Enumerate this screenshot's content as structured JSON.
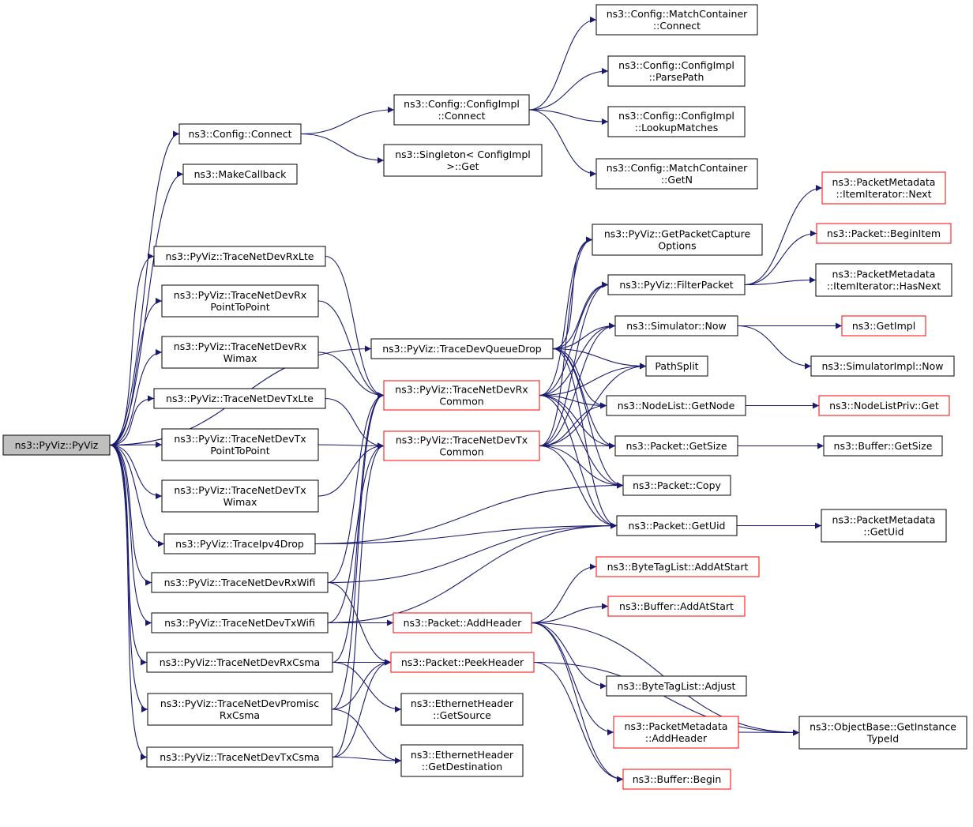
{
  "colors": {
    "edge": "#191970",
    "root_fill": "#bfbfbf",
    "root_stroke": "#000000",
    "node_fill": "#ffffff",
    "node_stroke": "#000000",
    "truncated_stroke": "#ff0000"
  },
  "nodes": [
    {
      "id": "n0",
      "lines": [
        "ns3::PyViz::PyViz"
      ],
      "style": "root"
    },
    {
      "id": "n1",
      "lines": [
        "ns3::Config::Connect"
      ],
      "style": "normal"
    },
    {
      "id": "n2",
      "lines": [
        "ns3::MakeCallback"
      ],
      "style": "normal"
    },
    {
      "id": "n3",
      "lines": [
        "ns3::PyViz::TraceNetDevRxLte"
      ],
      "style": "normal"
    },
    {
      "id": "n4",
      "lines": [
        "ns3::PyViz::TraceNetDevRx",
        "PointToPoint"
      ],
      "style": "normal"
    },
    {
      "id": "n5",
      "lines": [
        "ns3::PyViz::TraceNetDevRx",
        "Wimax"
      ],
      "style": "normal"
    },
    {
      "id": "n6",
      "lines": [
        "ns3::PyViz::TraceNetDevTxLte"
      ],
      "style": "normal"
    },
    {
      "id": "n7",
      "lines": [
        "ns3::PyViz::TraceNetDevTx",
        "PointToPoint"
      ],
      "style": "normal"
    },
    {
      "id": "n8",
      "lines": [
        "ns3::PyViz::TraceNetDevTx",
        "Wimax"
      ],
      "style": "normal"
    },
    {
      "id": "n9",
      "lines": [
        "ns3::PyViz::TraceIpv4Drop"
      ],
      "style": "normal"
    },
    {
      "id": "n10",
      "lines": [
        "ns3::PyViz::TraceNetDevRxWifi"
      ],
      "style": "normal"
    },
    {
      "id": "n11",
      "lines": [
        "ns3::PyViz::TraceNetDevTxWifi"
      ],
      "style": "normal"
    },
    {
      "id": "n12",
      "lines": [
        "ns3::PyViz::TraceNetDevRxCsma"
      ],
      "style": "normal"
    },
    {
      "id": "n13",
      "lines": [
        "ns3::PyViz::TraceNetDevPromisc",
        "RxCsma"
      ],
      "style": "normal"
    },
    {
      "id": "n14",
      "lines": [
        "ns3::PyViz::TraceNetDevTxCsma"
      ],
      "style": "normal"
    },
    {
      "id": "n15",
      "lines": [
        "ns3::Config::ConfigImpl",
        "::Connect"
      ],
      "style": "normal"
    },
    {
      "id": "n16",
      "lines": [
        "ns3::Singleton< ConfigImpl",
        ">::Get"
      ],
      "style": "normal"
    },
    {
      "id": "n17",
      "lines": [
        "ns3::PyViz::TraceDevQueueDrop"
      ],
      "style": "normal"
    },
    {
      "id": "n18",
      "lines": [
        "ns3::PyViz::TraceNetDevRx",
        "Common"
      ],
      "style": "truncated"
    },
    {
      "id": "n19",
      "lines": [
        "ns3::PyViz::TraceNetDevTx",
        "Common"
      ],
      "style": "truncated"
    },
    {
      "id": "n20",
      "lines": [
        "ns3::Packet::AddHeader"
      ],
      "style": "truncated"
    },
    {
      "id": "n21",
      "lines": [
        "ns3::Packet::PeekHeader"
      ],
      "style": "truncated"
    },
    {
      "id": "n22",
      "lines": [
        "ns3::EthernetHeader",
        "::GetSource"
      ],
      "style": "normal"
    },
    {
      "id": "n23",
      "lines": [
        "ns3::EthernetHeader",
        "::GetDestination"
      ],
      "style": "normal"
    },
    {
      "id": "n24",
      "lines": [
        "ns3::Config::MatchContainer",
        "::Connect"
      ],
      "style": "normal"
    },
    {
      "id": "n25",
      "lines": [
        "ns3::Config::ConfigImpl",
        "::ParsePath"
      ],
      "style": "normal"
    },
    {
      "id": "n26",
      "lines": [
        "ns3::Config::ConfigImpl",
        "::LookupMatches"
      ],
      "style": "normal"
    },
    {
      "id": "n27",
      "lines": [
        "ns3::Config::MatchContainer",
        "::GetN"
      ],
      "style": "normal"
    },
    {
      "id": "n28",
      "lines": [
        "ns3::PyViz::GetPacketCapture",
        "Options"
      ],
      "style": "normal"
    },
    {
      "id": "n29",
      "lines": [
        "ns3::PyViz::FilterPacket"
      ],
      "style": "normal"
    },
    {
      "id": "n30",
      "lines": [
        "ns3::Simulator::Now"
      ],
      "style": "normal"
    },
    {
      "id": "n31",
      "lines": [
        "PathSplit"
      ],
      "style": "normal"
    },
    {
      "id": "n32",
      "lines": [
        "ns3::NodeList::GetNode"
      ],
      "style": "normal"
    },
    {
      "id": "n33",
      "lines": [
        "ns3::Packet::GetSize"
      ],
      "style": "normal"
    },
    {
      "id": "n34",
      "lines": [
        "ns3::Packet::Copy"
      ],
      "style": "normal"
    },
    {
      "id": "n35",
      "lines": [
        "ns3::Packet::GetUid"
      ],
      "style": "normal"
    },
    {
      "id": "n36",
      "lines": [
        "ns3::ByteTagList::AddAtStart"
      ],
      "style": "truncated"
    },
    {
      "id": "n37",
      "lines": [
        "ns3::Buffer::AddAtStart"
      ],
      "style": "truncated"
    },
    {
      "id": "n38",
      "lines": [
        "ns3::ByteTagList::Adjust"
      ],
      "style": "normal"
    },
    {
      "id": "n39",
      "lines": [
        "ns3::PacketMetadata",
        "::AddHeader"
      ],
      "style": "truncated"
    },
    {
      "id": "n40",
      "lines": [
        "ns3::Buffer::Begin"
      ],
      "style": "truncated"
    },
    {
      "id": "n41",
      "lines": [
        "ns3::PacketMetadata",
        "::ItemIterator::Next"
      ],
      "style": "truncated"
    },
    {
      "id": "n42",
      "lines": [
        "ns3::Packet::BeginItem"
      ],
      "style": "truncated"
    },
    {
      "id": "n43",
      "lines": [
        "ns3::PacketMetadata",
        "::ItemIterator::HasNext"
      ],
      "style": "normal"
    },
    {
      "id": "n44",
      "lines": [
        "ns3::GetImpl"
      ],
      "style": "truncated"
    },
    {
      "id": "n45",
      "lines": [
        "ns3::SimulatorImpl::Now"
      ],
      "style": "normal"
    },
    {
      "id": "n46",
      "lines": [
        "ns3::NodeListPriv::Get"
      ],
      "style": "truncated"
    },
    {
      "id": "n47",
      "lines": [
        "ns3::Buffer::GetSize"
      ],
      "style": "normal"
    },
    {
      "id": "n48",
      "lines": [
        "ns3::PacketMetadata",
        "::GetUid"
      ],
      "style": "normal"
    },
    {
      "id": "n49",
      "lines": [
        "ns3::ObjectBase::GetInstance",
        "TypeId"
      ],
      "style": "normal"
    }
  ],
  "edges": [
    [
      "n0",
      "n1"
    ],
    [
      "n0",
      "n2"
    ],
    [
      "n0",
      "n3"
    ],
    [
      "n0",
      "n4"
    ],
    [
      "n0",
      "n5"
    ],
    [
      "n0",
      "n6"
    ],
    [
      "n0",
      "n7"
    ],
    [
      "n0",
      "n8"
    ],
    [
      "n0",
      "n9"
    ],
    [
      "n0",
      "n10"
    ],
    [
      "n0",
      "n11"
    ],
    [
      "n0",
      "n12"
    ],
    [
      "n0",
      "n13"
    ],
    [
      "n0",
      "n14"
    ],
    [
      "n0",
      "n17"
    ],
    [
      "n1",
      "n15"
    ],
    [
      "n1",
      "n16"
    ],
    [
      "n15",
      "n24"
    ],
    [
      "n15",
      "n25"
    ],
    [
      "n15",
      "n26"
    ],
    [
      "n15",
      "n27"
    ],
    [
      "n3",
      "n18"
    ],
    [
      "n4",
      "n18"
    ],
    [
      "n5",
      "n18"
    ],
    [
      "n6",
      "n19"
    ],
    [
      "n7",
      "n19"
    ],
    [
      "n8",
      "n19"
    ],
    [
      "n9",
      "n34"
    ],
    [
      "n9",
      "n35"
    ],
    [
      "n10",
      "n35"
    ],
    [
      "n10",
      "n18"
    ],
    [
      "n10",
      "n21"
    ],
    [
      "n11",
      "n35"
    ],
    [
      "n11",
      "n19"
    ],
    [
      "n11",
      "n20"
    ],
    [
      "n12",
      "n21"
    ],
    [
      "n12",
      "n22"
    ],
    [
      "n12",
      "n18"
    ],
    [
      "n13",
      "n21"
    ],
    [
      "n13",
      "n23"
    ],
    [
      "n13",
      "n18"
    ],
    [
      "n14",
      "n23"
    ],
    [
      "n14",
      "n19"
    ],
    [
      "n14",
      "n21"
    ],
    [
      "n17",
      "n28"
    ],
    [
      "n17",
      "n29"
    ],
    [
      "n17",
      "n30"
    ],
    [
      "n17",
      "n31"
    ],
    [
      "n17",
      "n32"
    ],
    [
      "n17",
      "n33"
    ],
    [
      "n17",
      "n34"
    ],
    [
      "n17",
      "n35"
    ],
    [
      "n18",
      "n28"
    ],
    [
      "n18",
      "n29"
    ],
    [
      "n18",
      "n30"
    ],
    [
      "n18",
      "n31"
    ],
    [
      "n18",
      "n32"
    ],
    [
      "n18",
      "n33"
    ],
    [
      "n18",
      "n34"
    ],
    [
      "n18",
      "n35"
    ],
    [
      "n19",
      "n28"
    ],
    [
      "n19",
      "n29"
    ],
    [
      "n19",
      "n30"
    ],
    [
      "n19",
      "n31"
    ],
    [
      "n19",
      "n32"
    ],
    [
      "n19",
      "n33"
    ],
    [
      "n19",
      "n34"
    ],
    [
      "n19",
      "n35"
    ],
    [
      "n29",
      "n41"
    ],
    [
      "n29",
      "n42"
    ],
    [
      "n29",
      "n43"
    ],
    [
      "n30",
      "n44"
    ],
    [
      "n30",
      "n45"
    ],
    [
      "n32",
      "n46"
    ],
    [
      "n33",
      "n47"
    ],
    [
      "n35",
      "n48"
    ],
    [
      "n20",
      "n36"
    ],
    [
      "n20",
      "n37"
    ],
    [
      "n20",
      "n38"
    ],
    [
      "n20",
      "n39"
    ],
    [
      "n20",
      "n40"
    ],
    [
      "n20",
      "n49"
    ],
    [
      "n21",
      "n40"
    ],
    [
      "n21",
      "n49"
    ],
    [
      "n39",
      "n49"
    ]
  ]
}
